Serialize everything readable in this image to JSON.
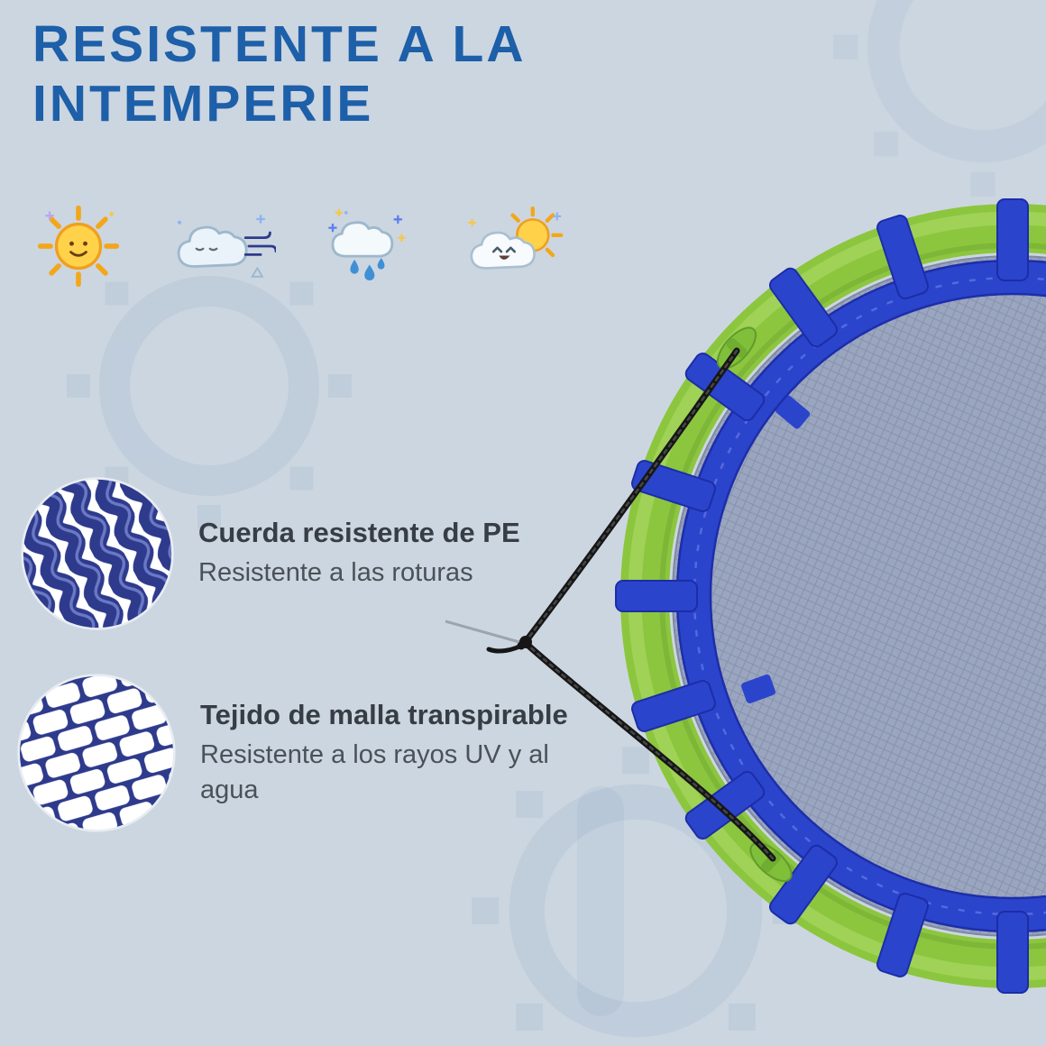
{
  "title": {
    "line1": "RESISTENTE A LA",
    "line2": "INTEMPERIE"
  },
  "weather_icons": [
    "sun-icon",
    "windy-cloud-icon",
    "rain-cloud-icon",
    "sun-behind-cloud-icon"
  ],
  "features": [
    {
      "icon": "rope-closeup-icon",
      "heading": "Cuerda resistente de PE",
      "description": "Resistente a las roturas"
    },
    {
      "icon": "mesh-closeup-icon",
      "heading": "Tejido de malla transpirable",
      "description": "Resistente a los rayos UV y al agua"
    }
  ],
  "colors": {
    "background": "#ccd6e0",
    "title_blue": "#1d5fa9",
    "ring_green": "#8cc63e",
    "strap_blue": "#2b44cc",
    "mat_gray": "#9aa5bf",
    "rope_black": "#161616",
    "detail_navy": "#2e3a8c"
  }
}
